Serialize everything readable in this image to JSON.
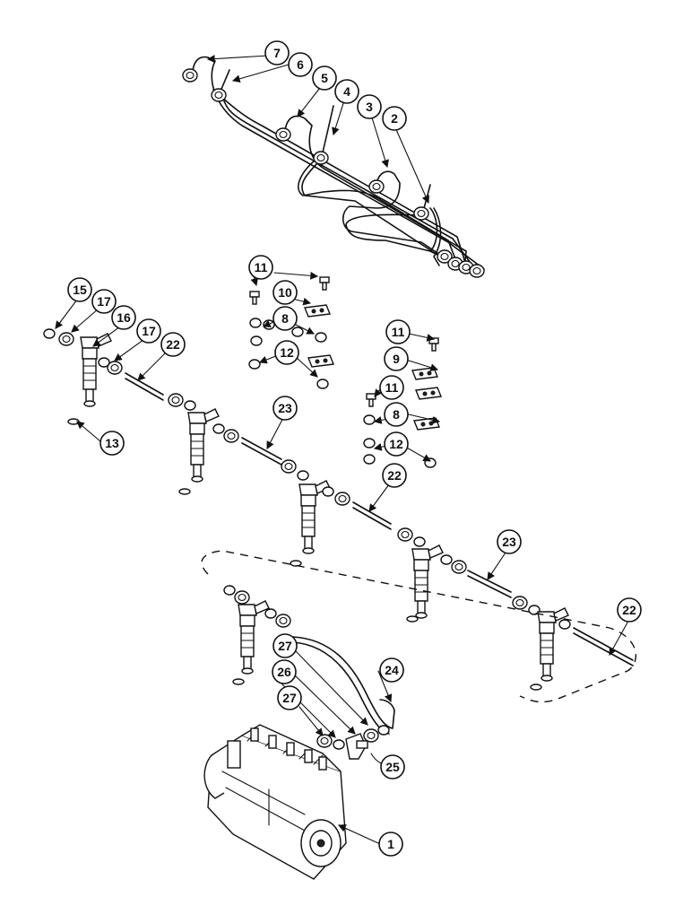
{
  "callouts": [
    {
      "label": "7"
    },
    {
      "label": "6"
    },
    {
      "label": "5"
    },
    {
      "label": "4"
    },
    {
      "label": "3"
    },
    {
      "label": "2"
    },
    {
      "label": "11"
    },
    {
      "label": "10"
    },
    {
      "label": "8"
    },
    {
      "label": "12"
    },
    {
      "label": "15"
    },
    {
      "label": "17"
    },
    {
      "label": "16"
    },
    {
      "label": "17"
    },
    {
      "label": "22"
    },
    {
      "label": "11"
    },
    {
      "label": "9"
    },
    {
      "label": "11"
    },
    {
      "label": "8"
    },
    {
      "label": "12"
    },
    {
      "label": "13"
    },
    {
      "label": "23"
    },
    {
      "label": "22"
    },
    {
      "label": "23"
    },
    {
      "label": "22"
    },
    {
      "label": "27"
    },
    {
      "label": "26"
    },
    {
      "label": "24"
    },
    {
      "label": "27"
    },
    {
      "label": "25"
    },
    {
      "label": "1"
    }
  ]
}
